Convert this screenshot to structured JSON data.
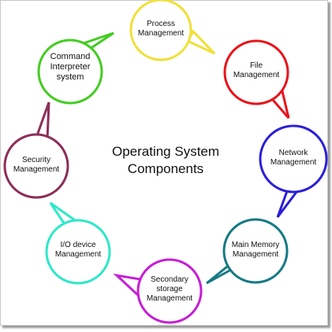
{
  "diagram": {
    "title_line1": "Operating System",
    "title_line2": "Components",
    "components": [
      {
        "id": "process",
        "lines": [
          "Process",
          "Management"
        ],
        "color": "#f0e036"
      },
      {
        "id": "file",
        "lines": [
          "File",
          "Management"
        ],
        "color": "#e8141c"
      },
      {
        "id": "network",
        "lines": [
          "Network",
          "Management"
        ],
        "color": "#2b1fd6"
      },
      {
        "id": "main-memory",
        "lines": [
          "Main Memory",
          "Management"
        ],
        "color": "#157a84"
      },
      {
        "id": "secondary-storage",
        "lines": [
          "Secondary",
          "storage",
          "Management"
        ],
        "color": "#c61fd6"
      },
      {
        "id": "io-device",
        "lines": [
          "I/O device",
          "Management"
        ],
        "color": "#2ee8c8"
      },
      {
        "id": "security",
        "lines": [
          "Security",
          "Management"
        ],
        "color": "#8c2e58"
      },
      {
        "id": "command-interpreter",
        "lines": [
          "Command",
          "Interpreter",
          "system"
        ],
        "color": "#44cc22"
      }
    ]
  }
}
